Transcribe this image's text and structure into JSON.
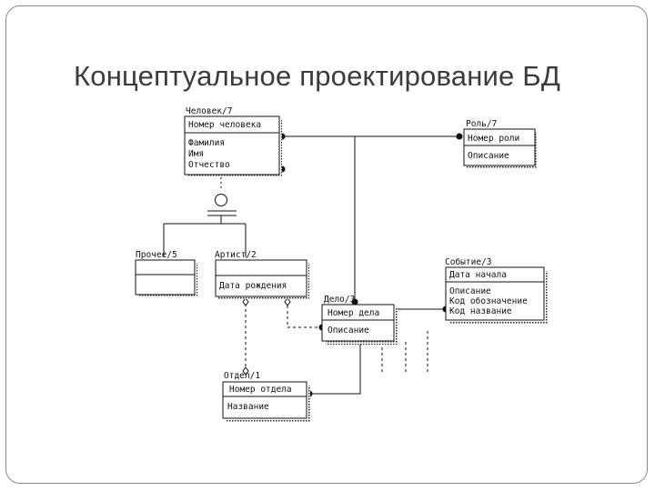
{
  "slide": {
    "title": "Концептуальное проектирование БД"
  },
  "diagram": {
    "entities": {
      "person": {
        "name": "Человек/7",
        "key": "Номер человека",
        "attrs": [
          "Фамилия",
          "Имя",
          "Отчество"
        ]
      },
      "role": {
        "name": "Роль/7",
        "key": "Номер роли",
        "attrs": [
          "Описание"
        ]
      },
      "other": {
        "name": "Прочее/5",
        "key": "",
        "attrs": []
      },
      "actor": {
        "name": "Артист/2",
        "key": "Дата рождения",
        "attrs": []
      },
      "event": {
        "name": "Событие/3",
        "key": "Дата начала",
        "attrs": [
          "Описание",
          "Код обозначение",
          "Код название"
        ]
      },
      "case": {
        "name": "Дело/3",
        "key": "Номер дела",
        "attrs": [
          "Описание"
        ]
      },
      "dept": {
        "name": "Отдел/1",
        "key": "Номер отдела",
        "attrs": [
          "Название"
        ]
      }
    }
  }
}
